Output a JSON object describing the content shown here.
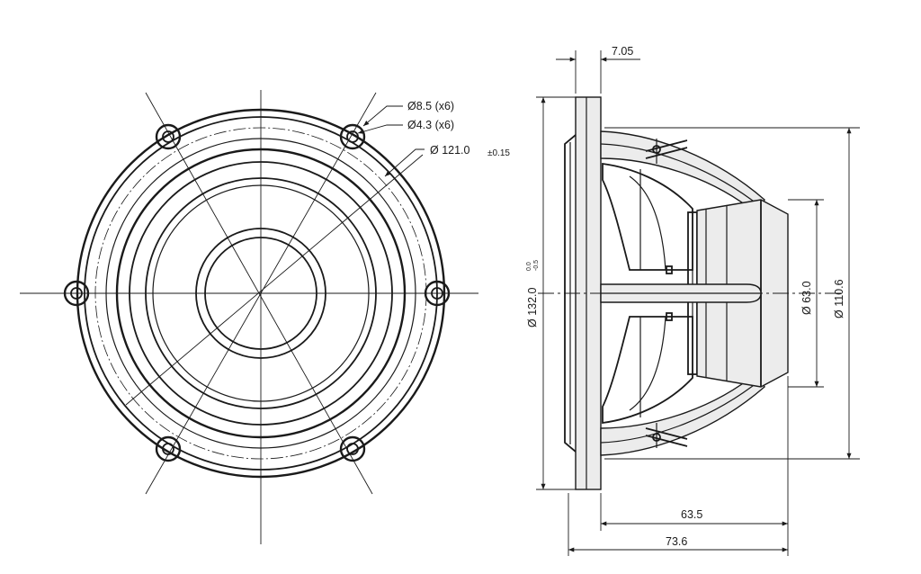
{
  "front_view": {
    "callouts": {
      "hole_outer": "Ø8.5 (x6)",
      "hole_inner": "Ø4.3 (x6)",
      "bolt_circle": "Ø 121.0",
      "bolt_circle_tol": "±0.15"
    }
  },
  "side_view": {
    "dims": {
      "flange_thickness": "7.05",
      "flange_diameter": "Ø 132.0",
      "flange_diameter_tol_upper": "0.0",
      "flange_diameter_tol_lower": "-0.5",
      "magnet_diameter": "Ø 63.0",
      "basket_diameter": "Ø 110.6",
      "depth_from_flange": "63.5",
      "overall_depth": "73.6"
    }
  }
}
